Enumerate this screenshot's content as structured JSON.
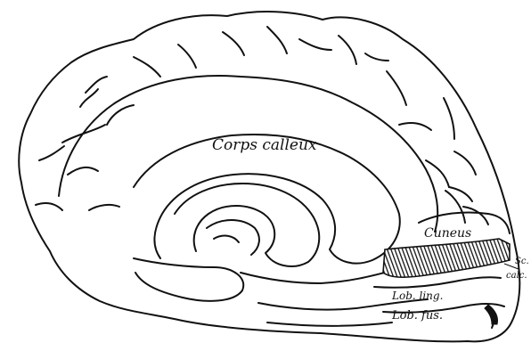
{
  "labels": {
    "corps_calleux": "Corps calleux",
    "cuneus": "Cuneus",
    "sc_calc_line1": "Sc.",
    "sc_calc_line2": "calc.",
    "lob_ling": "Lob. ling.",
    "lob_fus": "Lob. fus."
  },
  "colors": {
    "ink": "#111111",
    "paper": "#ffffff",
    "hatch": "#222222"
  }
}
